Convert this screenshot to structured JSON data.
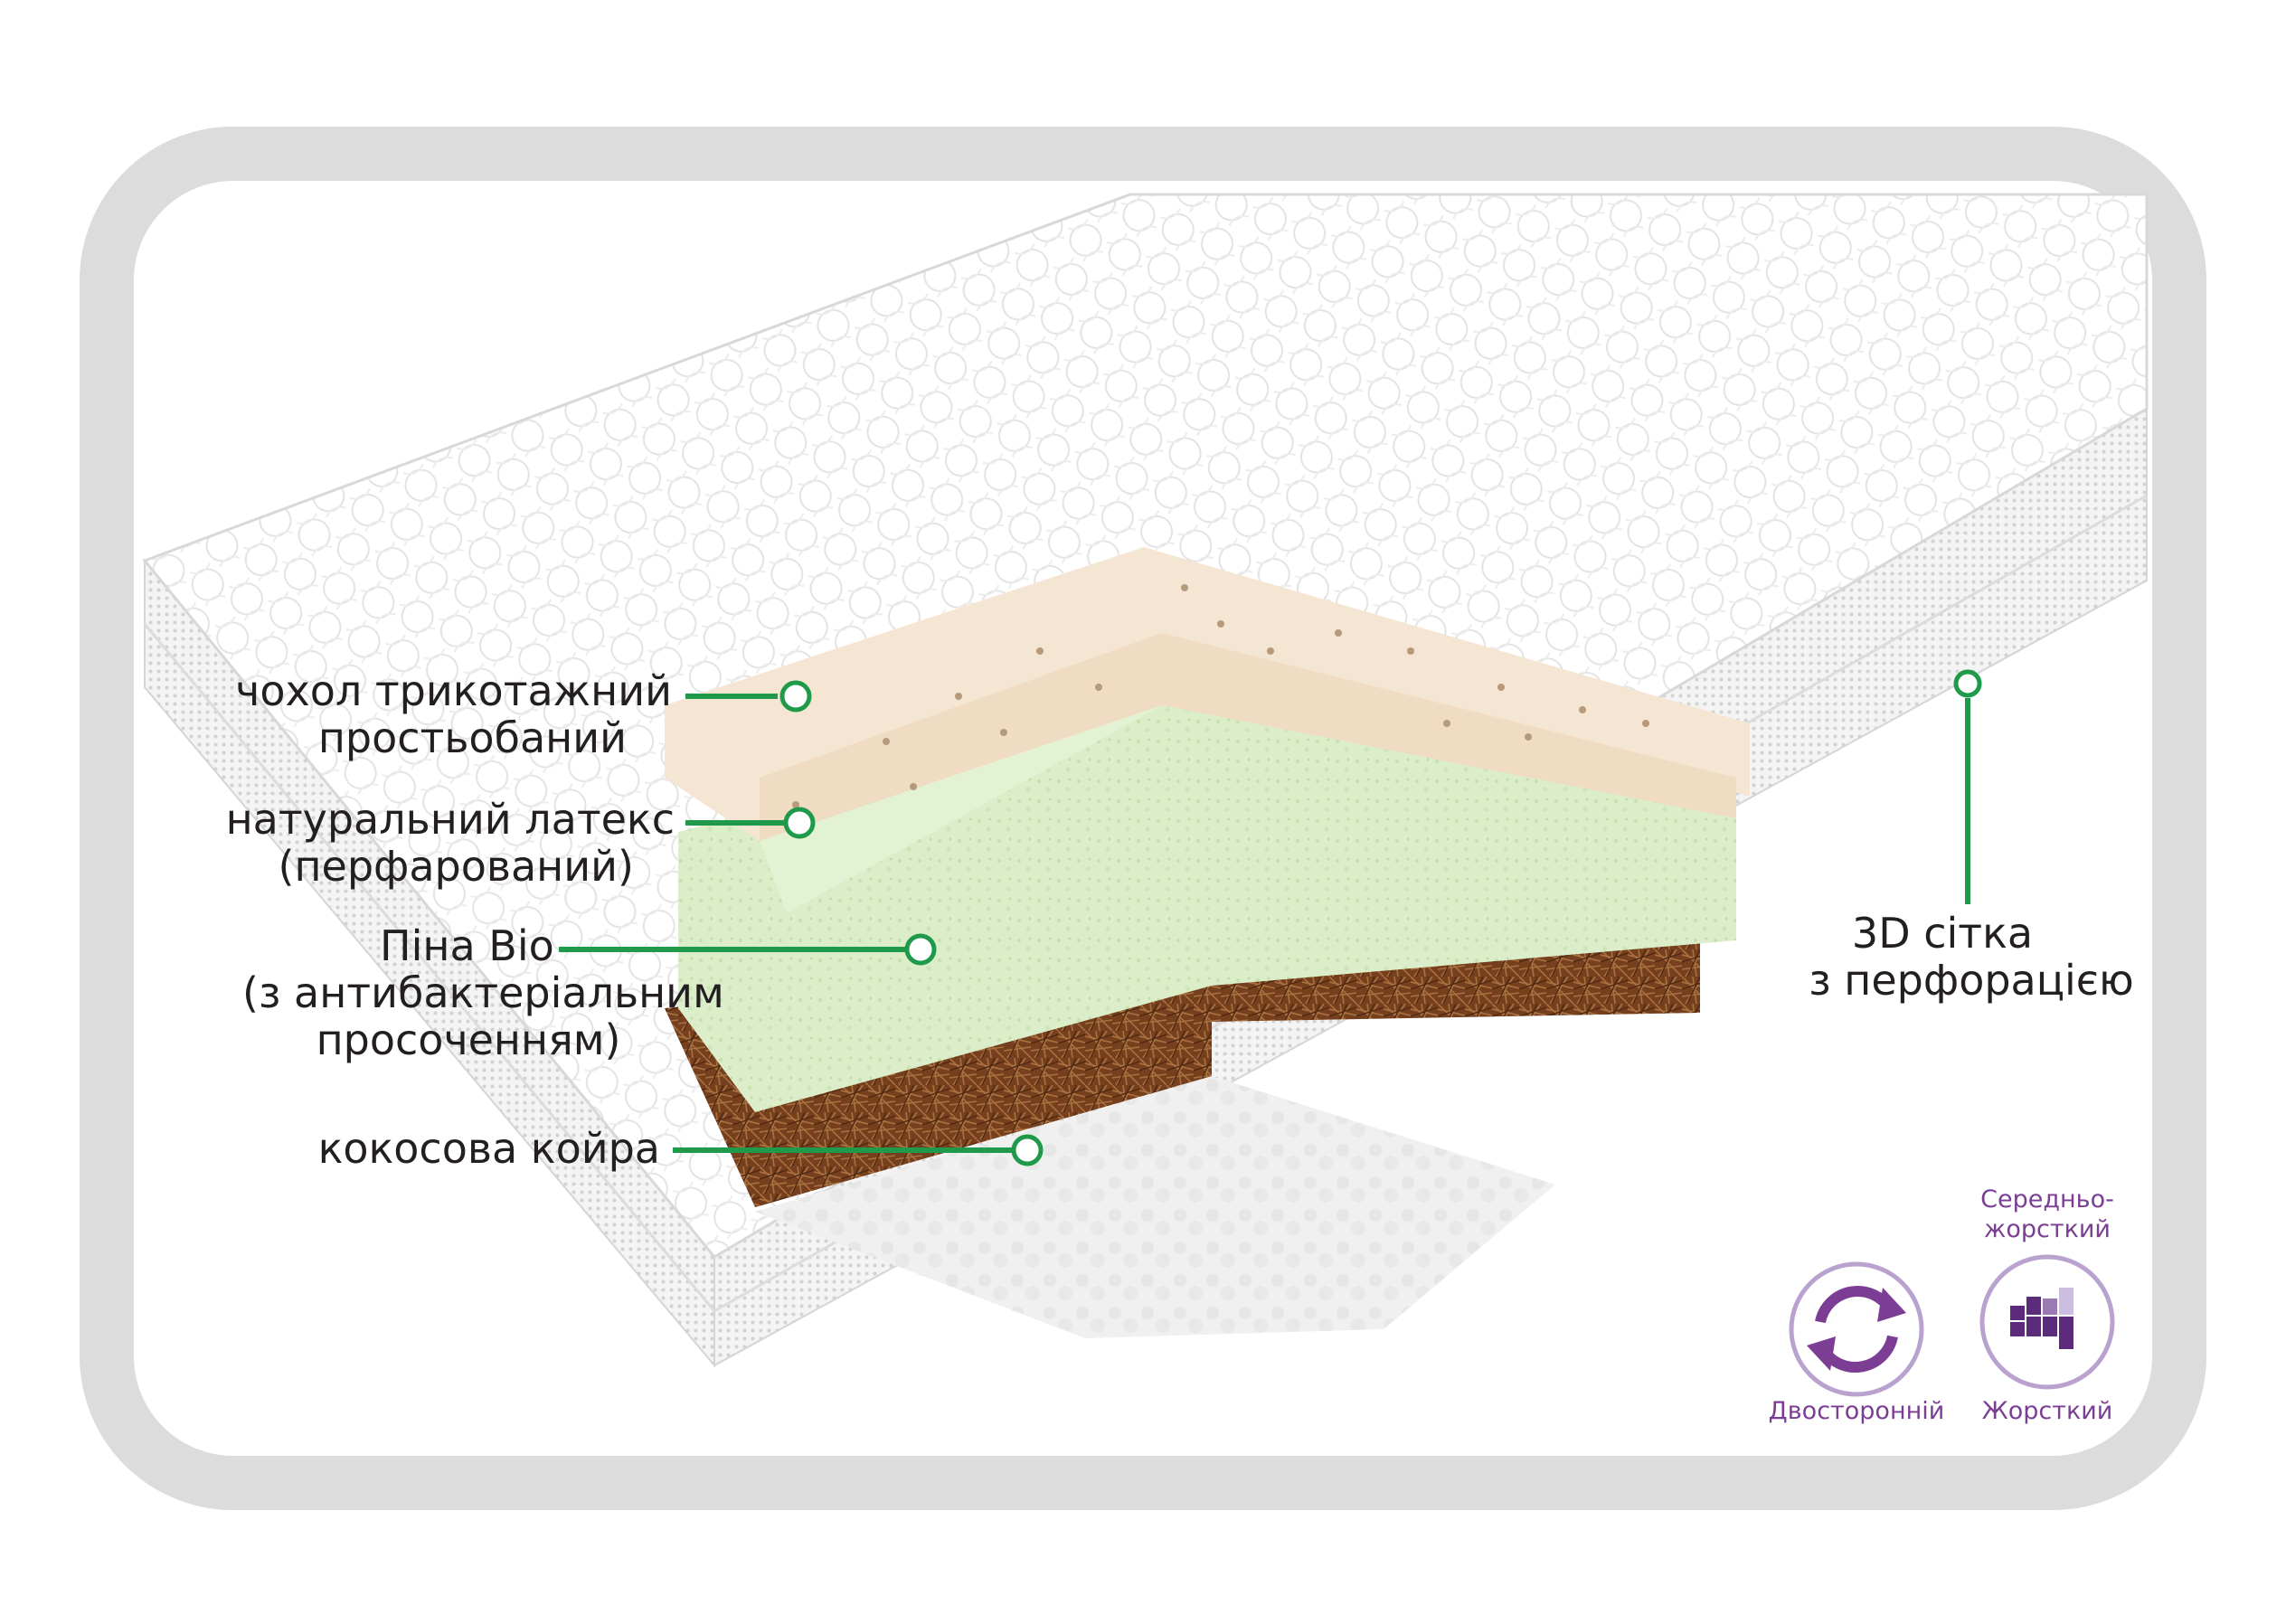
{
  "labels": {
    "cover_line1": "чохол трикотажний",
    "cover_line2": "простьобаний",
    "latex_line1": "натуральний латекс",
    "latex_line2": "(перфарований)",
    "foam_line1": "Піна Bio",
    "foam_line2": "(з антибактеріальним",
    "foam_line3": "просоченням)",
    "coir": "кокосова койра",
    "mesh_line1": "3D сітка",
    "mesh_line2": "з перфорацією"
  },
  "badges": {
    "two_sided": "Двосторонній",
    "stiffness_top_line1": "Середньо-",
    "stiffness_top_line2": "жорсткий",
    "stiffness_bottom": "Жорсткий"
  },
  "colors": {
    "frame": "#dcdcdc",
    "callout_green": "#1f9a4b",
    "badge_purple": "#7b3e94",
    "latex": "#f5e6d3",
    "foam": "#d8ecc6",
    "coir": "#7a4526"
  },
  "icons": {
    "two_sided": "rotate-arrows-icon",
    "stiffness": "stiffness-blocks-icon"
  }
}
